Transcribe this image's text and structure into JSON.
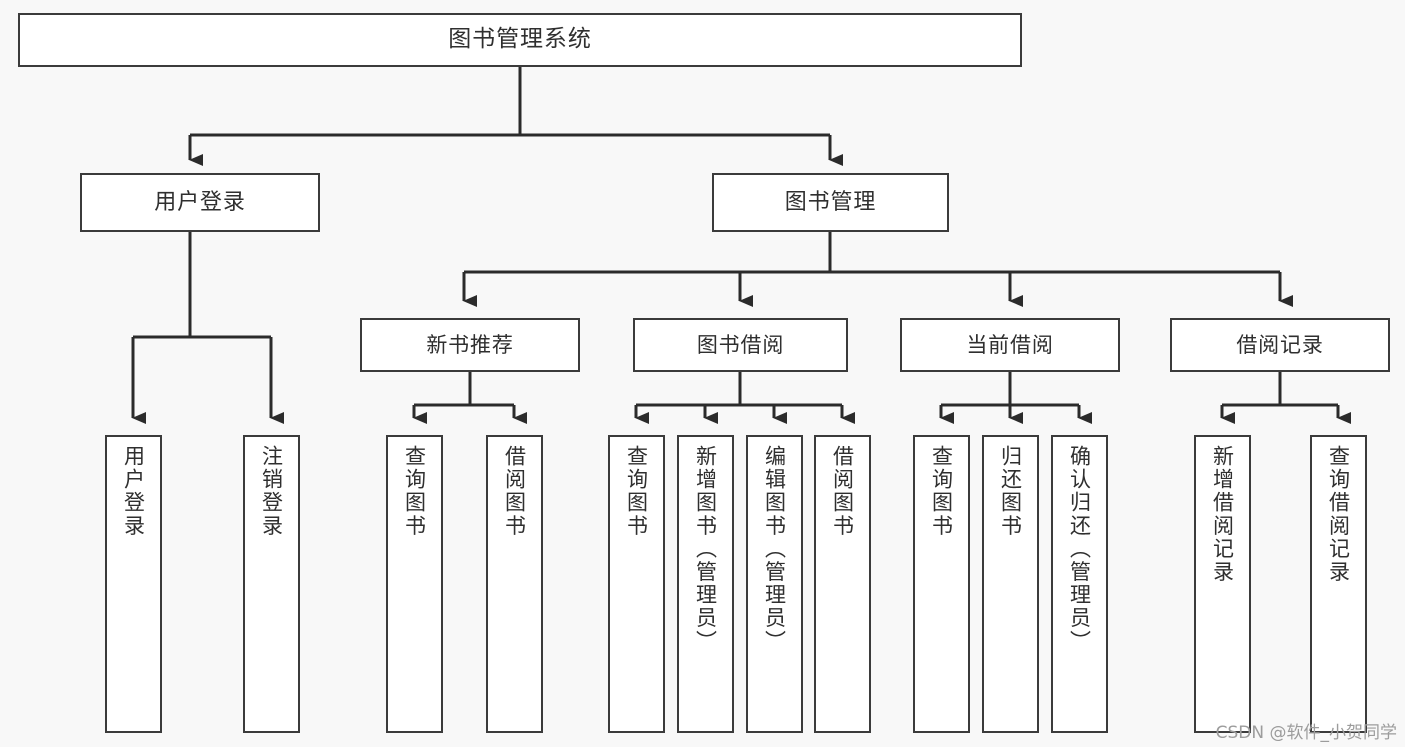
{
  "diagram": {
    "title": "图书管理系统",
    "type": "tree-hierarchy",
    "background_color": "#f8f8f8",
    "box_fill": "#ffffff",
    "border_color": "#3b3b3b",
    "text_color": "#2f2f2f",
    "connector_color": "#2b2b2b"
  },
  "root": {
    "label": "图书管理系统"
  },
  "level1": [
    {
      "label": "用户登录"
    },
    {
      "label": "图书管理"
    }
  ],
  "level2": [
    {
      "label": "新书推荐"
    },
    {
      "label": "图书借阅"
    },
    {
      "label": "当前借阅"
    },
    {
      "label": "借阅记录"
    }
  ],
  "leaves": {
    "user_login": [
      {
        "label": "用户登录"
      },
      {
        "label": "注销登录"
      }
    ],
    "new_book_recommend": [
      {
        "label": "查询图书"
      },
      {
        "label": "借阅图书"
      }
    ],
    "book_borrow": [
      {
        "label": "查询图书"
      },
      {
        "label": "新增图书（管理员）"
      },
      {
        "label": "编辑图书（管理员）"
      },
      {
        "label": "借阅图书"
      }
    ],
    "current_borrow": [
      {
        "label": "查询图书"
      },
      {
        "label": "归还图书"
      },
      {
        "label": "确认归还（管理员）"
      }
    ],
    "borrow_record": [
      {
        "label": "新增借阅记录"
      },
      {
        "label": "查询借阅记录"
      }
    ]
  },
  "watermark": {
    "text": "CSDN @软件_小贺同学"
  }
}
